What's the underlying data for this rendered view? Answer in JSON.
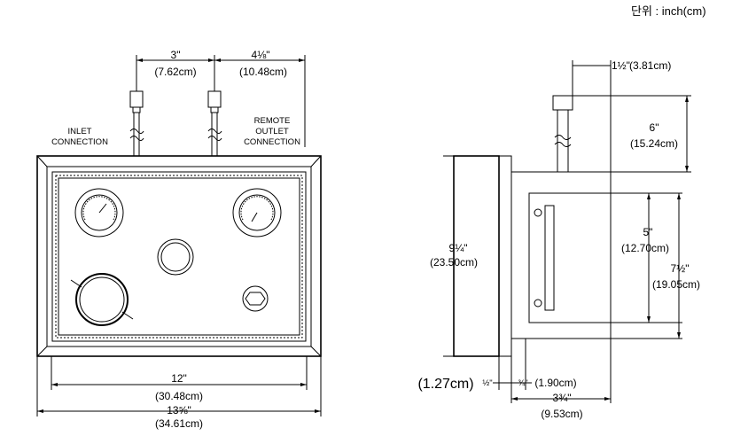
{
  "unit_label": "단위 : inch(cm)",
  "front_view": {
    "inlet_label": [
      "INLET",
      "CONNECTION"
    ],
    "outlet_label": [
      "REMOTE",
      "OUTLET",
      "CONNECTION"
    ],
    "dim_inlet_spacing": {
      "in": "3\"",
      "cm": "(7.62cm)"
    },
    "dim_outlet_offset": {
      "in": "4⅛\"",
      "cm": "(10.48cm)"
    },
    "dim_inner_width": {
      "in": "12\"",
      "cm": "(30.48cm)"
    },
    "dim_outer_width": {
      "in": "13⅝\"",
      "cm": "(34.61cm)"
    }
  },
  "side_view": {
    "dim_pipe_offset": {
      "in": "1½\"",
      "cm": "(3.81cm)"
    },
    "dim_pipe_height": {
      "in": "6\"",
      "cm": "(15.24cm)"
    },
    "dim_height": {
      "in": "9¼\"",
      "cm": "(23.50cm)"
    },
    "dim_bracket": {
      "in": "5\"",
      "cm": "(12.70cm)"
    },
    "dim_mount": {
      "in": "7½\"",
      "cm": "(19.05cm)"
    },
    "dim_flange": {
      "in": "½\"",
      "cm": "(1.27cm)"
    },
    "dim_gap": {
      "in": "¾\"",
      "cm": "(1.90cm)"
    },
    "dim_depth": {
      "in": "3¾\"",
      "cm": "(9.53cm)"
    }
  }
}
